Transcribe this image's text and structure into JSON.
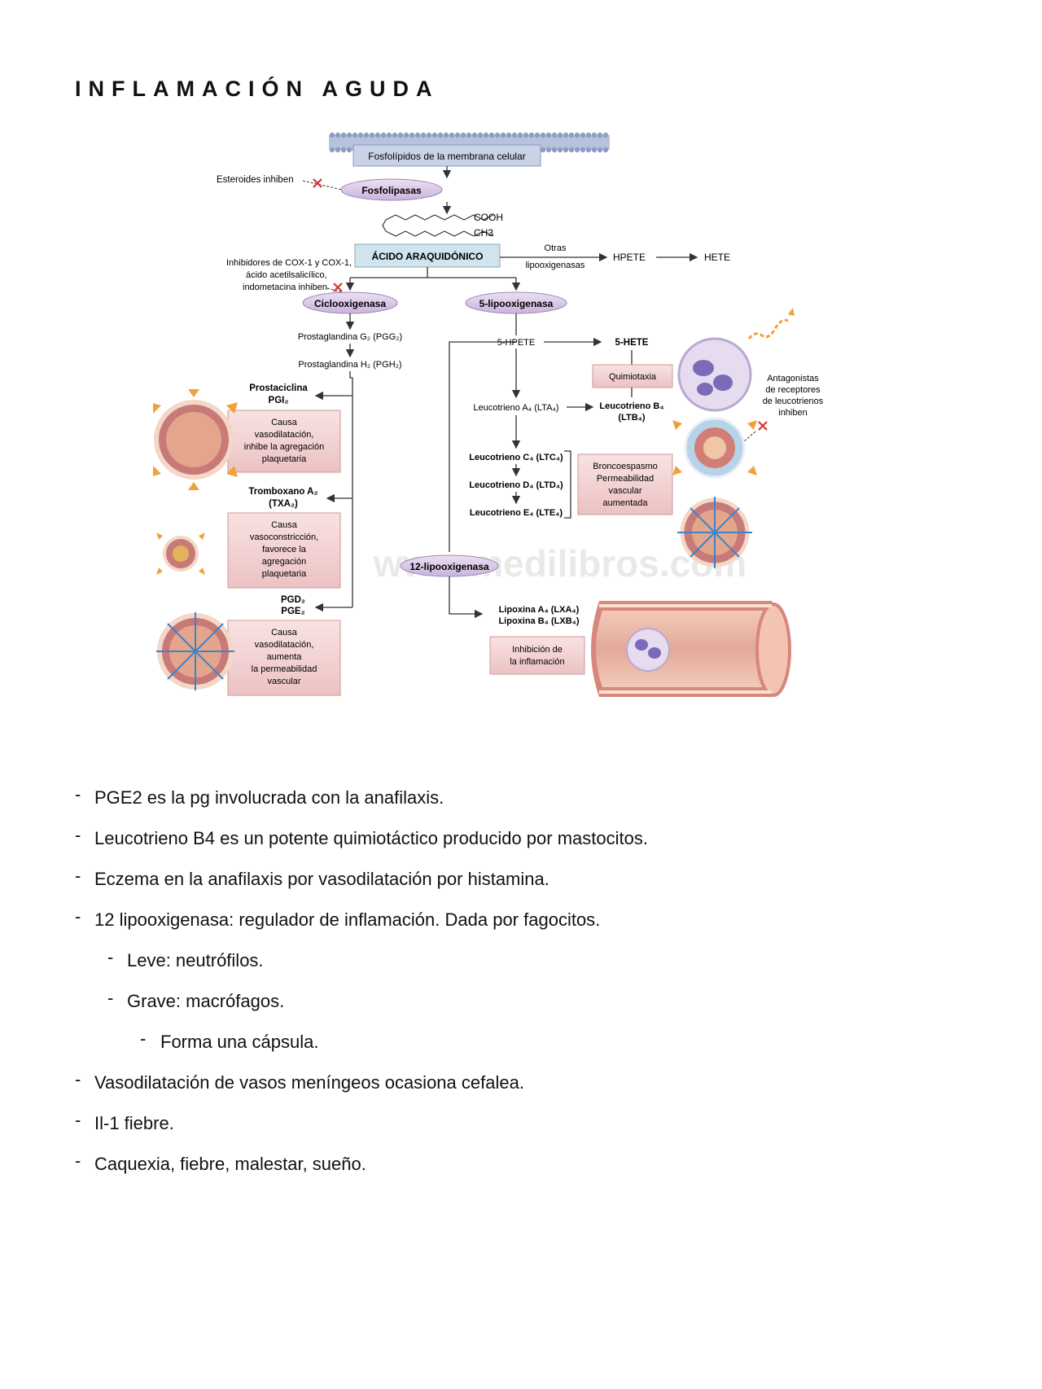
{
  "title": "INFLAMACIÓN AGUDA",
  "figure": {
    "membrane_label": "Fosfolípidos de la membrana celular",
    "steroids_inhibit": "Esteroides inhiben",
    "phospholipases": "Fosfolipasas",
    "cooh": "COOH",
    "ch3": "CH3",
    "arachidonic_acid": "ÁCIDO ARAQUIDÓNICO",
    "other_lox_1": "Otras",
    "other_lox_2": "lipooxigenasas",
    "hpete": "HPETE",
    "hete": "HETE",
    "cox_inhibitors_1": "Inhibidores de COX-1 y COX-1,",
    "cox_inhibitors_2": "ácido acetilsalicílico,",
    "cox_inhibitors_3": "indometacina inhiben",
    "cyclooxygenase": "Ciclooxigenasa",
    "five_lox": "5-lipooxigenasa",
    "pgg2": "Prostaglandina G₂ (PGG₂)",
    "pgh2": "Prostaglandina H₂ (PGH₂)",
    "prostacyclin": "Prostaciclina",
    "pgi2": "PGI₂",
    "pgi2_effect": [
      "Causa",
      "vasodilatación,",
      "inhibe la agregación",
      "plaquetaria"
    ],
    "thromboxane": "Tromboxano A₂",
    "txa2": "(TXA₂)",
    "txa2_effect": [
      "Causa",
      "vasoconstricción,",
      "favorece la",
      "agregación",
      "plaquetaria"
    ],
    "pgd2": "PGD₂",
    "pge2": "PGE₂",
    "pgd_effect": [
      "Causa",
      "vasodilatación,",
      "aumenta",
      "la permeabilidad",
      "vascular"
    ],
    "five_hpete": "5-HPETE",
    "five_hete": "5-HETE",
    "chemotaxis": "Quimiotaxia",
    "lta4": "Leucotrieno A₄ (LTA₄)",
    "ltb4_1": "Leucotrieno B₄",
    "ltb4_2": "(LTB₄)",
    "ltc4": "Leucotrieno C₄ (LTC₄)",
    "ltd4": "Leucotrieno D₄ (LTD₄)",
    "lte4": "Leucotrieno E₄ (LTE₄)",
    "broncho_effect": [
      "Broncoespasmo",
      "Permeabilidad",
      "vascular",
      "aumentada"
    ],
    "antagonists": [
      "Antagonistas",
      "de receptores",
      "de leucotrienos",
      "inhiben"
    ],
    "twelve_lox": "12-lipooxigenasa",
    "lxa4": "Lipoxina A₄ (LXA₄)",
    "lxb4": "Lipoxina B₄ (LXB₄)",
    "lipoxin_effect": [
      "Inhibición de",
      "la inflamación"
    ],
    "watermark": "www.medilibros.com",
    "colors": {
      "membrane": "#c9d3e8",
      "enzyme": "#d9c8e6",
      "effect_box": "#f4d3d4",
      "vessel_wall": "#c87a78",
      "vessel_inner": "#e9b7a0",
      "arrow_orange": "#f0a23a",
      "arrow_blue": "#3b84c8",
      "neutrophil": "#8a7bc2"
    }
  },
  "notes": [
    {
      "level": 0,
      "bullet": "-",
      "text": "PGE2 es la pg involucrada con la anafilaxis."
    },
    {
      "level": 0,
      "bullet": "-",
      "text": "Leucotrieno B4 es un potente quimiotáctico producido por mastocitos."
    },
    {
      "level": 0,
      "bullet": "-",
      "text": "Eczema en la anafilaxis por vasodilatación por histamina."
    },
    {
      "level": 0,
      "bullet": "-",
      "text": "12 lipooxigenasa: regulador de inflamación. Dada por fagocitos."
    },
    {
      "level": 1,
      "bullet": "-",
      "text": "Leve: neutrófilos."
    },
    {
      "level": 1,
      "bullet": "-",
      "text": "Grave: macrófagos."
    },
    {
      "level": 2,
      "bullet": "-",
      "text": "Forma una cápsula."
    },
    {
      "level": 0,
      "bullet": "-",
      "text": "Vasodilatación de vasos meníngeos ocasiona cefalea."
    },
    {
      "level": 0,
      "bullet": "-",
      "text": "Il-1 fiebre."
    },
    {
      "level": 0,
      "bullet": "-",
      "text": "Caquexia, fiebre, malestar, sueño."
    }
  ]
}
